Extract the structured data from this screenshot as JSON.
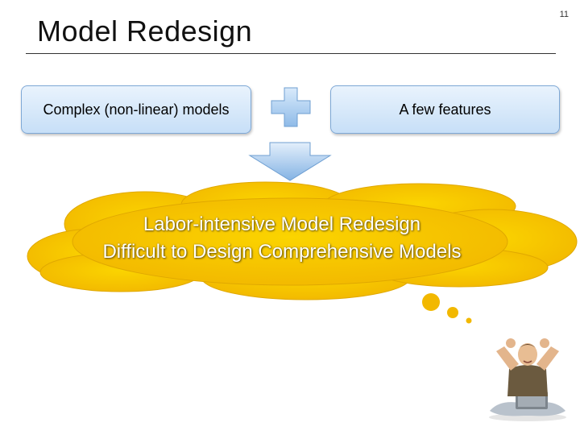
{
  "header": {
    "title": "Model Redesign",
    "page_number": "11"
  },
  "diagram": {
    "left_box_label": "Complex (non-linear) models",
    "right_box_label": "A few features",
    "plus_icon": "plus-icon",
    "arrow_icon": "down-arrow-icon",
    "cloud": {
      "line1": "Labor-intensive Model Redesign",
      "line2": "Difficult to Design Comprehensive Models"
    },
    "colors": {
      "box_fill_top": "#e9f3fd",
      "box_fill_bottom": "#c7dff7",
      "box_border": "#7ea8d6",
      "cloud_fill": "#f7c300",
      "cloud_text": "#ffffff"
    }
  }
}
